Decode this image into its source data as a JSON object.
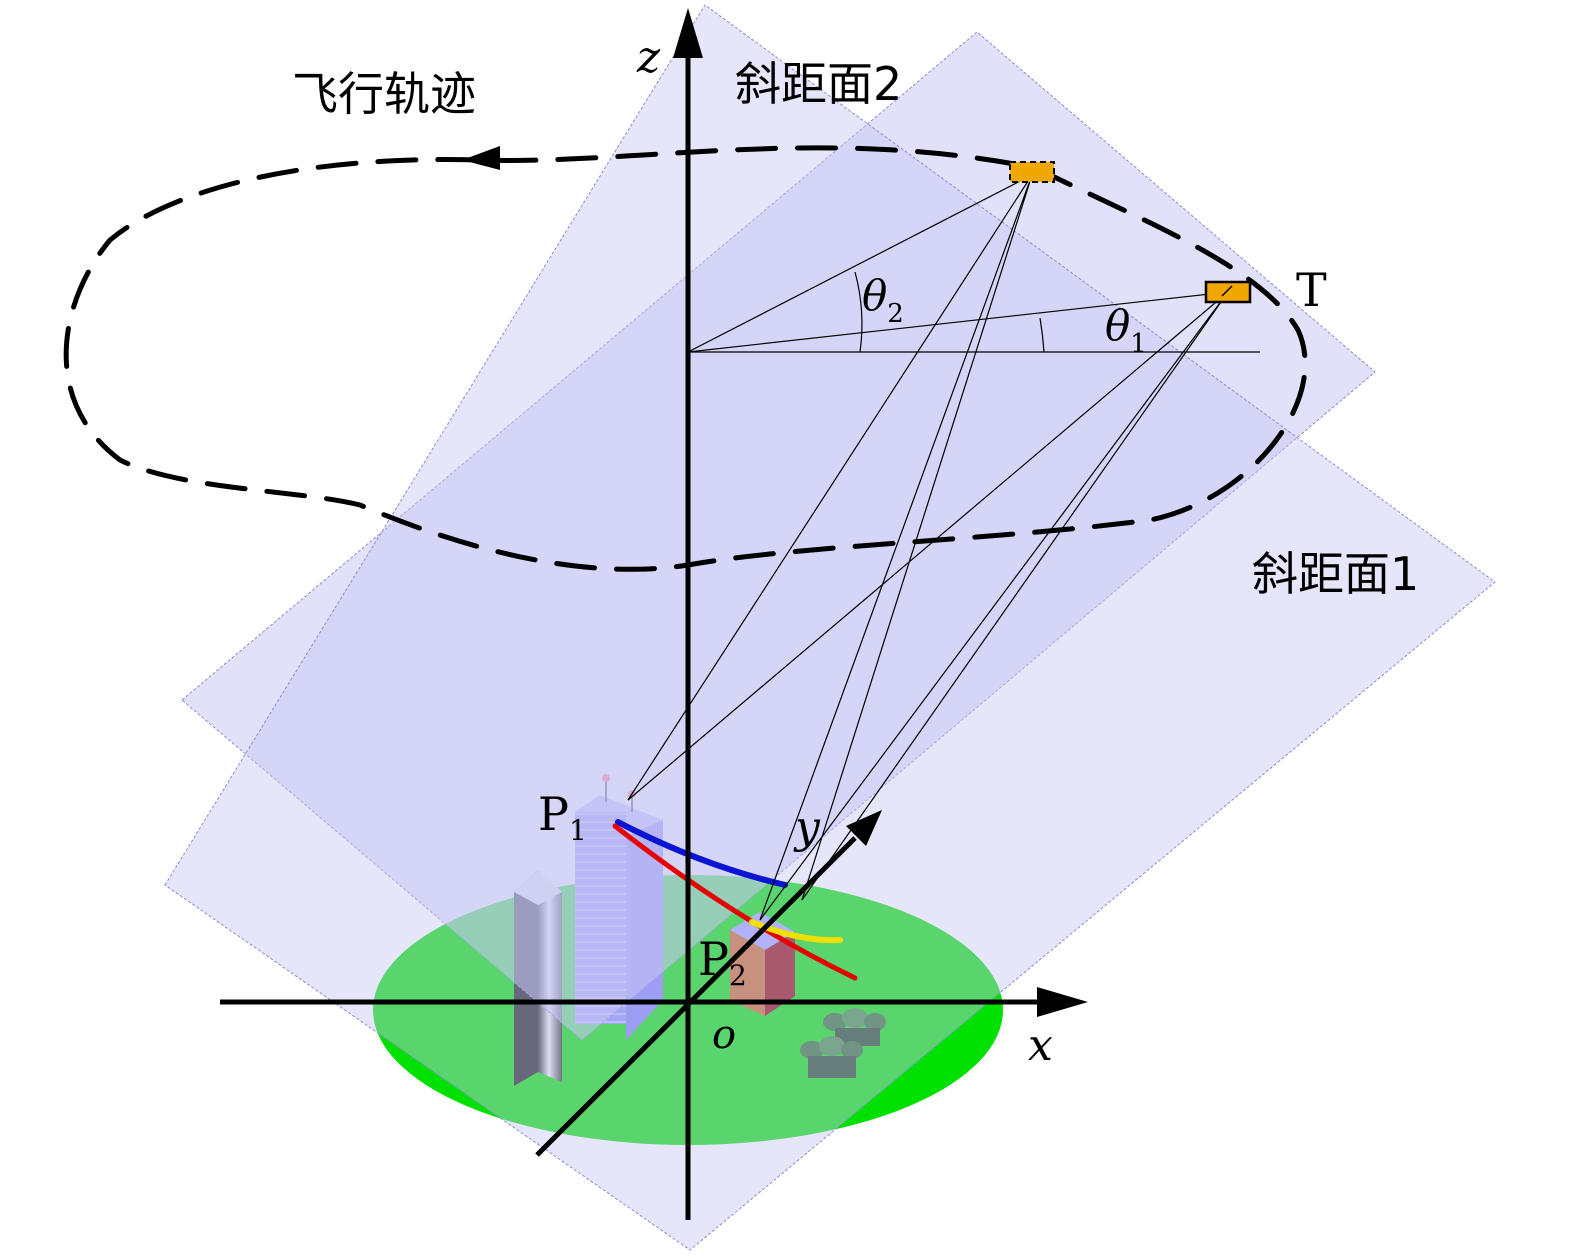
{
  "labels": {
    "trajectory": "飞行轨迹",
    "plane1": "斜距面1",
    "plane2": "斜距面2",
    "z_axis": "z",
    "x_axis": "x",
    "y_axis": "y",
    "origin": "o",
    "theta": "θ",
    "theta1_sub": "1",
    "theta2_sub": "2",
    "target_T": "T",
    "P": "P",
    "p1_sub": "1",
    "p2_sub": "2"
  },
  "colors": {
    "plane_fill": "#c8c8f5",
    "plane_edge": "#8c8cd2",
    "ground": "#00e000",
    "platform": "#f0a800",
    "curve_blue": "#0a14d2",
    "curve_red": "#e60000",
    "curve_yellow": "#f0e000",
    "building_blue": "#8282f5",
    "building_orange": "#c86420",
    "building_dark": "#8c0000"
  }
}
